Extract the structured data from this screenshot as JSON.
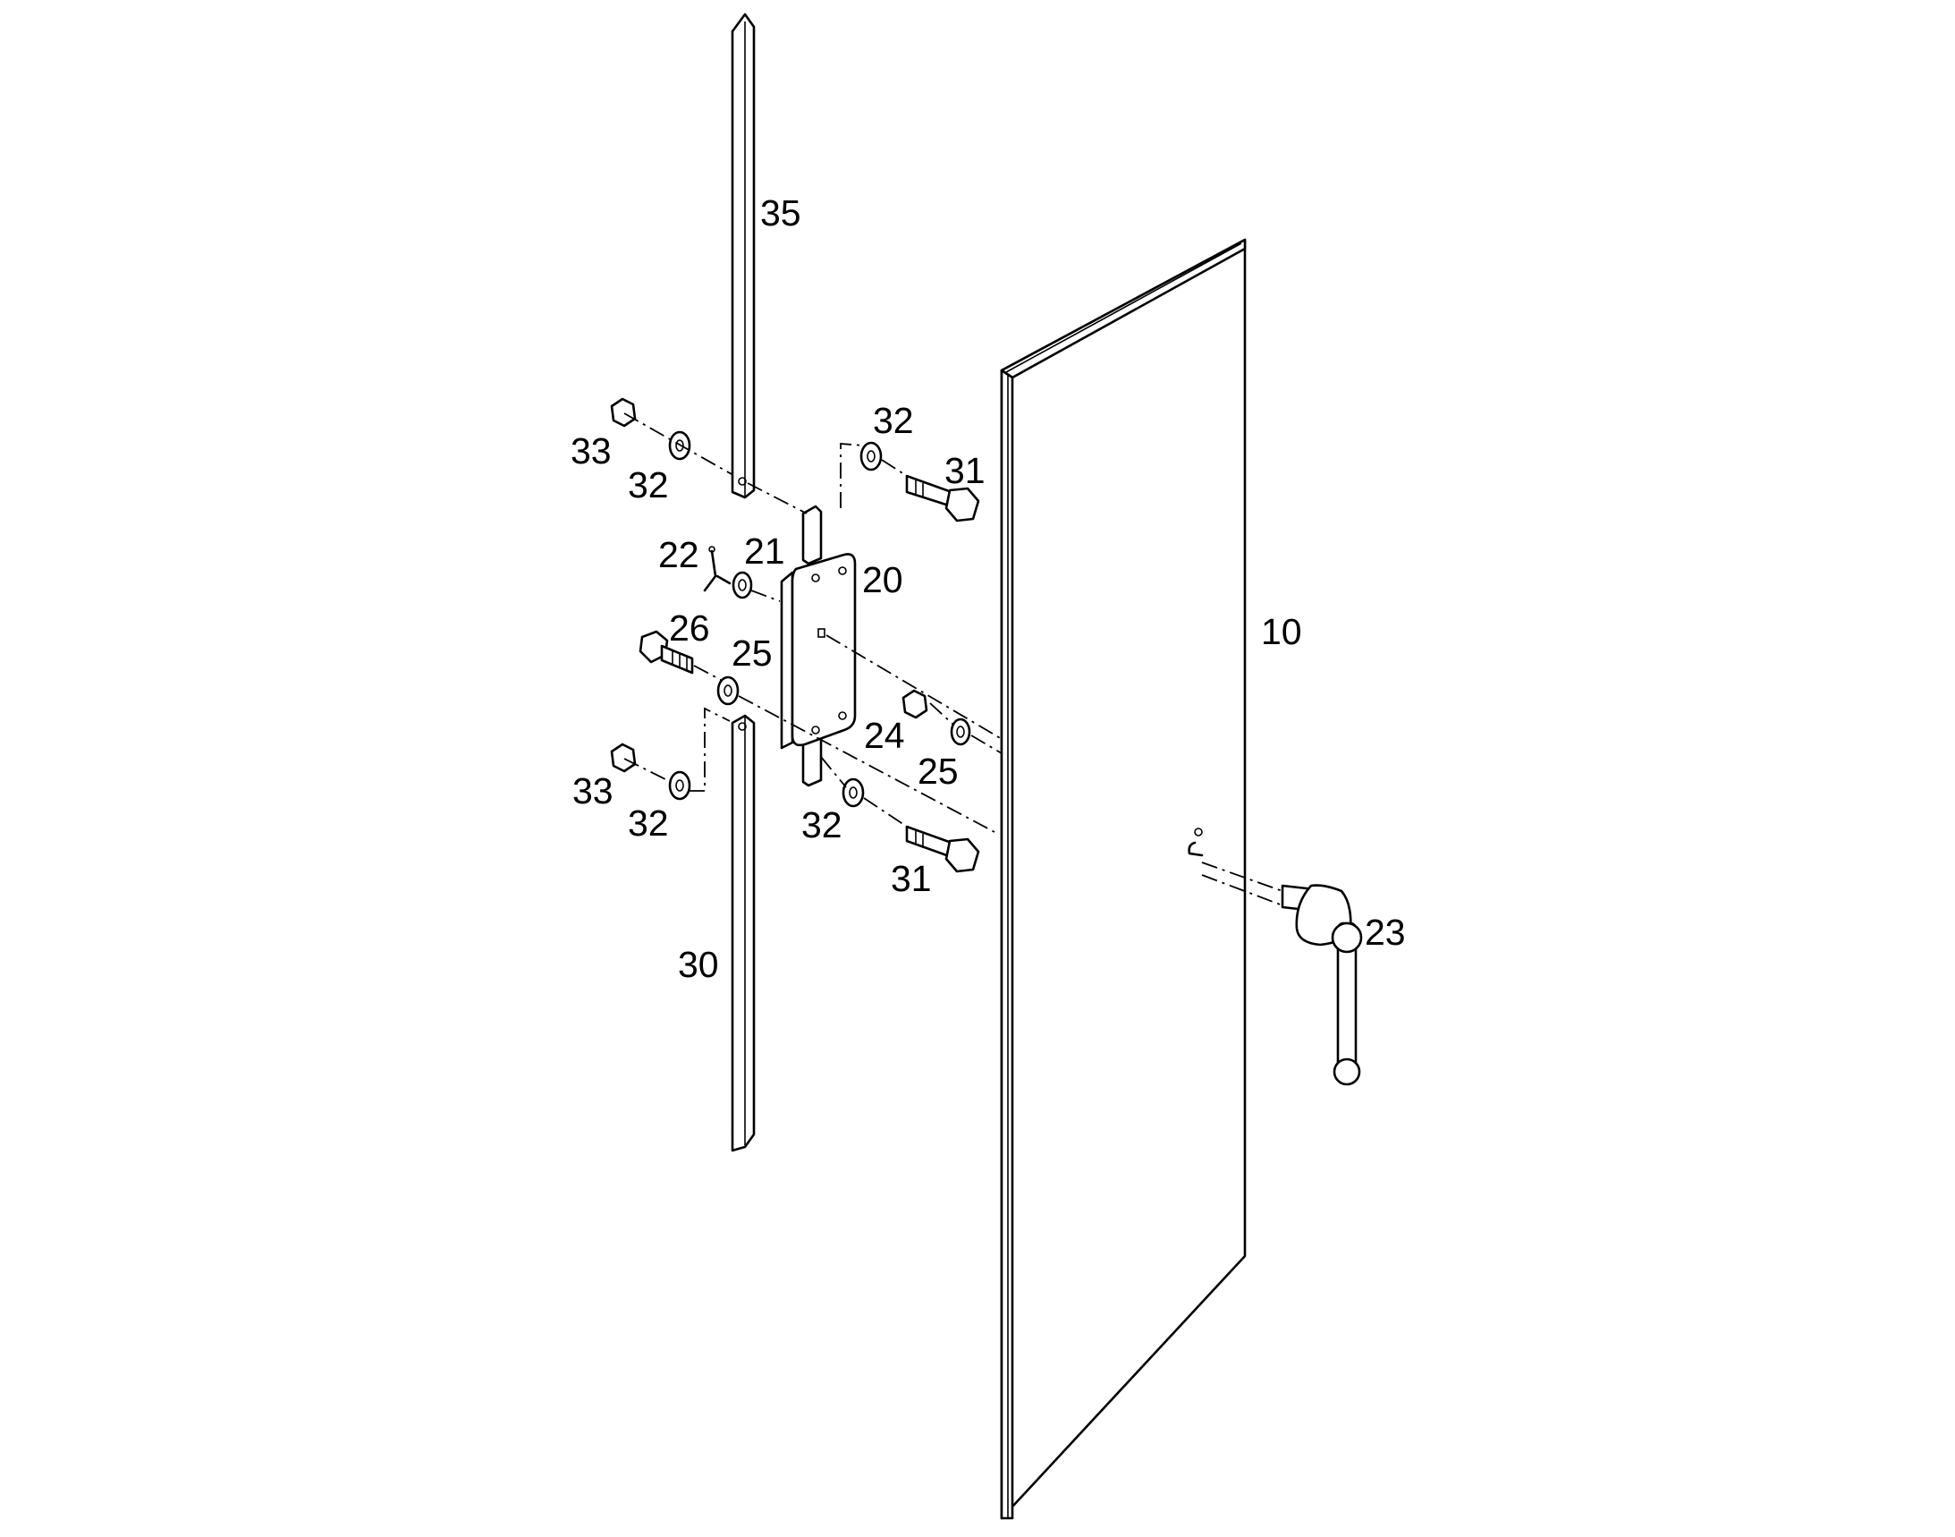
{
  "callouts": {
    "c10": "10",
    "c20": "20",
    "c21": "21",
    "c22": "22",
    "c23": "23",
    "c24": "24",
    "c25a": "25",
    "c25b": "25",
    "c26": "26",
    "c30": "30",
    "c31a": "31",
    "c31b": "31",
    "c32a": "32",
    "c32b": "32",
    "c32c": "32",
    "c32d": "32",
    "c33a": "33",
    "c33b": "33",
    "c35": "35"
  }
}
